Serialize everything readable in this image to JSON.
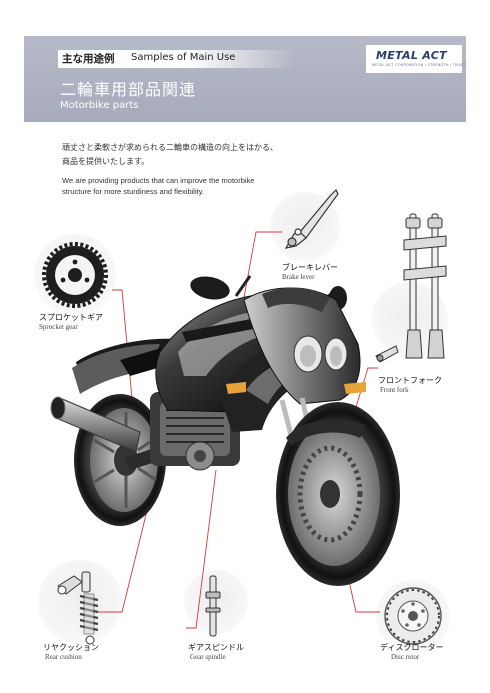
{
  "header": {
    "tag_jp": "主な用途例",
    "tag_en": "Samples of Main Use",
    "title_jp": "二輪車用部品関連",
    "title_en": "Motorbike parts",
    "brand": "METAL ACT",
    "brand_tagline": "METAL ACT CORPORATION / STRENGTH / TRUST"
  },
  "intro": {
    "jp_line1": "頑丈さと柔軟さが求められる二輪車の構造の向上をはかる、",
    "jp_line2": "商品を提供いたします。",
    "en_line1": "We are providing products that can improve the motorbike",
    "en_line2": "structure for more sturdiness and flexibility."
  },
  "parts": [
    {
      "jp": "ブレーキレバー",
      "en": "Brake lever",
      "icon": "brake-lever"
    },
    {
      "jp": "スプロケットギア",
      "en": "Sprocket gear",
      "icon": "sprocket-gear"
    },
    {
      "jp": "フロントフォーク",
      "en": "Front fork",
      "icon": "front-fork"
    },
    {
      "jp": "リヤクッション",
      "en": "Rear cushion",
      "icon": "rear-cushion"
    },
    {
      "jp": "ギアスピンドル",
      "en": "Gear spindle",
      "icon": "gear-spindle"
    },
    {
      "jp": "ディスクローター",
      "en": "Disc rotor",
      "icon": "disc-rotor"
    }
  ],
  "colors": {
    "header_bg": "#acafc0",
    "brand": "#273e73",
    "leader_line": "#d23a3a"
  }
}
